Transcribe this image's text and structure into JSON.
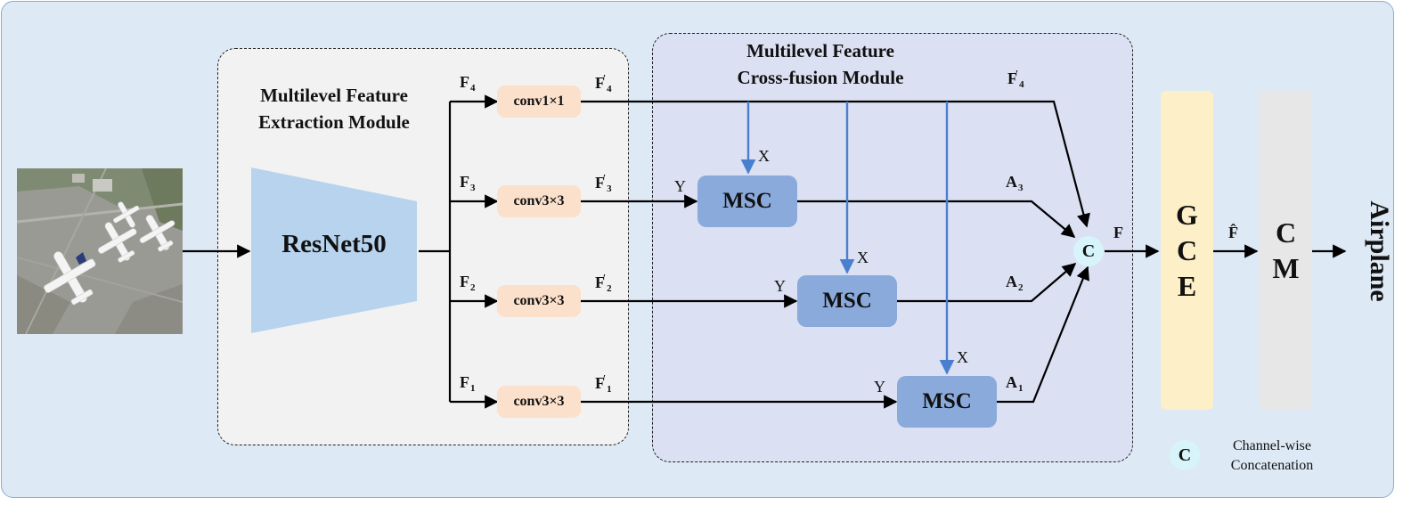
{
  "modules": {
    "extraction_title": "Multilevel Feature Extraction Module",
    "extraction_title_lines": [
      "Multilevel Feature",
      "Extraction Module"
    ],
    "crossfusion_title_lines": [
      "Multilevel Feature",
      "Cross-fusion Module"
    ]
  },
  "backbone": {
    "label": "ResNet50"
  },
  "features": {
    "F4": "F",
    "F3": "F",
    "F2": "F",
    "F1": "F",
    "sub4": "4",
    "sub3": "3",
    "sub2": "2",
    "sub1": "1",
    "prime": "′"
  },
  "convs": [
    "conv1×1",
    "conv3×3",
    "conv3×3",
    "conv3×3"
  ],
  "msc": {
    "label": "MSC",
    "x_label": "X",
    "y_label": "Y"
  },
  "attn": {
    "A": "A",
    "sub3": "3",
    "sub2": "2",
    "sub1": "1"
  },
  "concat": {
    "symbol": "C",
    "output": "F",
    "fhat": "F̂"
  },
  "gce": {
    "letters": [
      "G",
      "C",
      "E"
    ]
  },
  "cm": {
    "letters": [
      "C",
      "M"
    ]
  },
  "output_label": "Airplane",
  "legend": {
    "symbol": "C",
    "lines": [
      "Channel-wise",
      "Concatenation"
    ]
  },
  "colors": {
    "background": "#dde9f4",
    "extraction_module": "#f2f2f2",
    "crossfusion_module": "#dbe0f2",
    "conv_box": "#fbe0cc",
    "msc_box": "#8aaadb",
    "gce_bar": "#fdefc8",
    "cm_bar": "#e7e7e7",
    "backbone": "#b7d3ee",
    "x_arrow": "#4a7fcf"
  }
}
